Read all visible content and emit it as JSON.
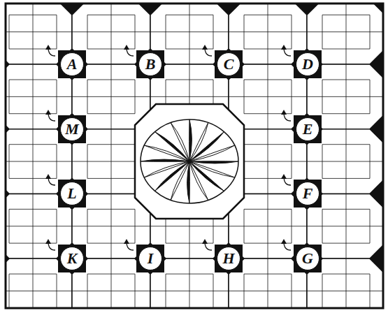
{
  "diagram": {
    "nodes": [
      {
        "text": [
          "A"
        ]
      },
      {
        "text": [
          "B"
        ]
      },
      {
        "text": [
          "C"
        ]
      },
      {
        "text": [
          "D"
        ]
      },
      {
        "text": [
          "M"
        ]
      },
      {
        "text": [
          "E"
        ]
      },
      {
        "text": [
          "L"
        ]
      },
      {
        "text": [
          "F"
        ]
      },
      {
        "text": [
          "K"
        ]
      },
      {
        "text": [
          "I"
        ]
      },
      {
        "text": [
          "H"
        ]
      },
      {
        "text": [
          "G"
        ]
      }
    ]
  }
}
